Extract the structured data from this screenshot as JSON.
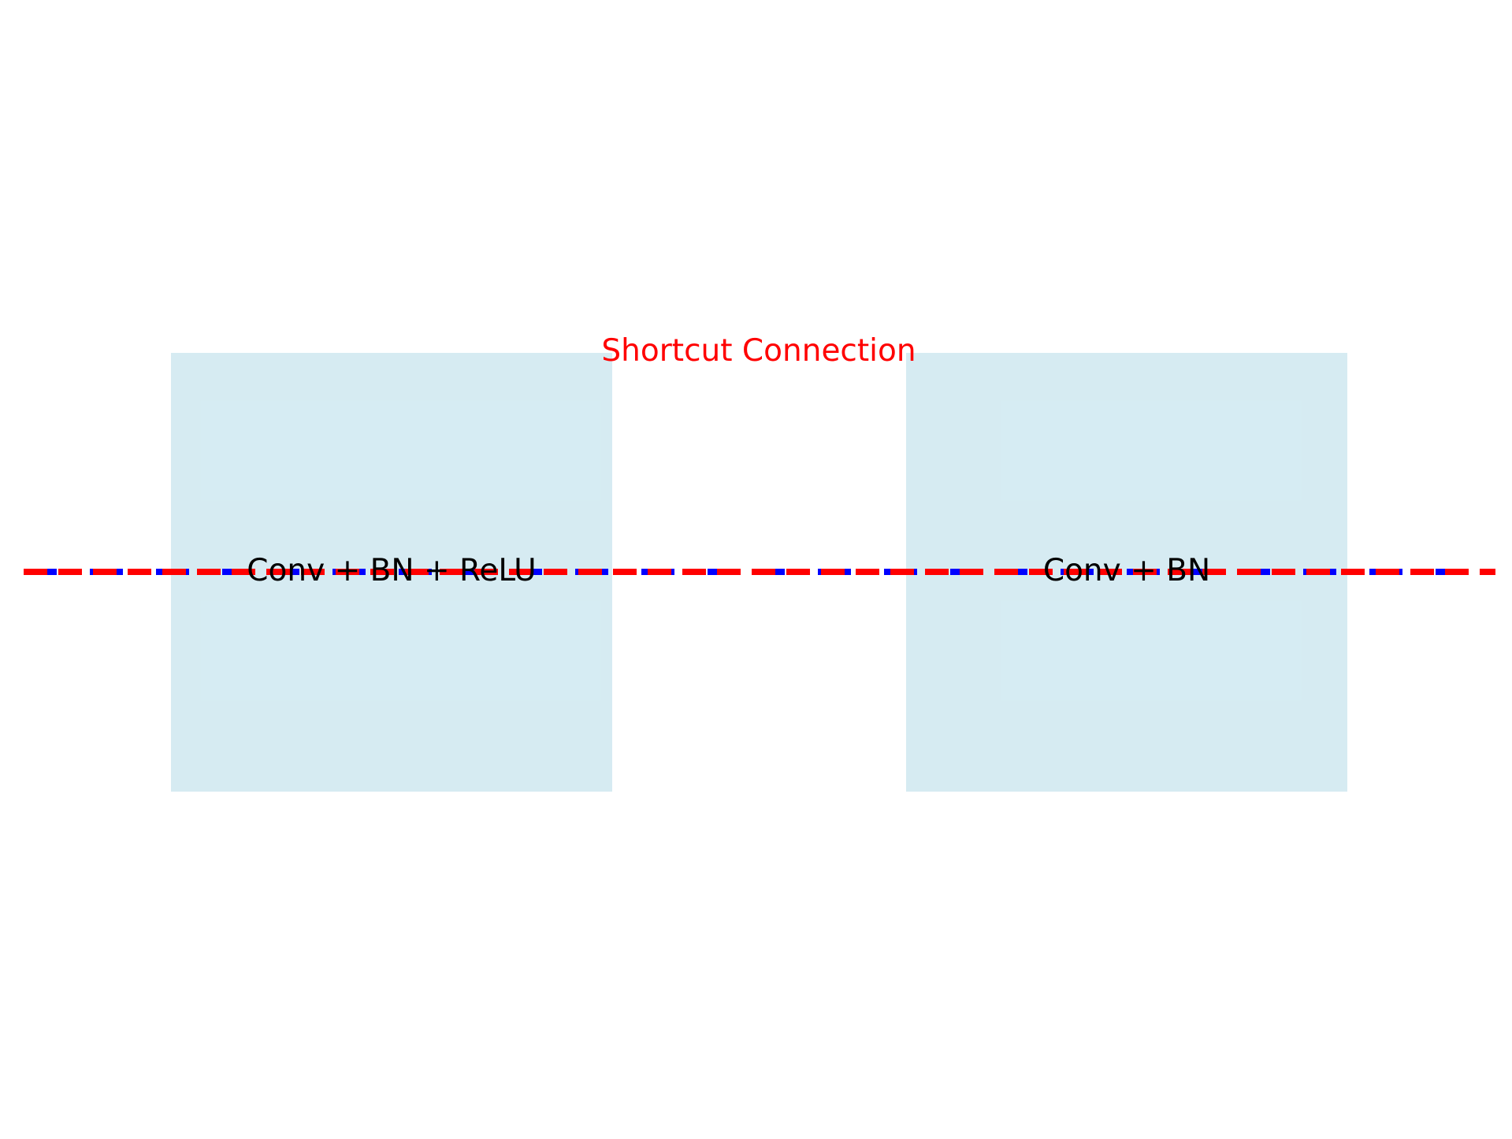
{
  "diagram": {
    "blocks": [
      {
        "label": "Conv + BN + ReLU"
      },
      {
        "label": "Conv + BN"
      }
    ],
    "shortcut": {
      "label": "Shortcut Connection"
    },
    "colors": {
      "block_fill": "#add8e6",
      "block_opacity": 0.5,
      "block_text": "#000000",
      "shortcut_text": "#ff0000",
      "main_line": "#0000ff",
      "shortcut_line": "#ff0000"
    }
  }
}
